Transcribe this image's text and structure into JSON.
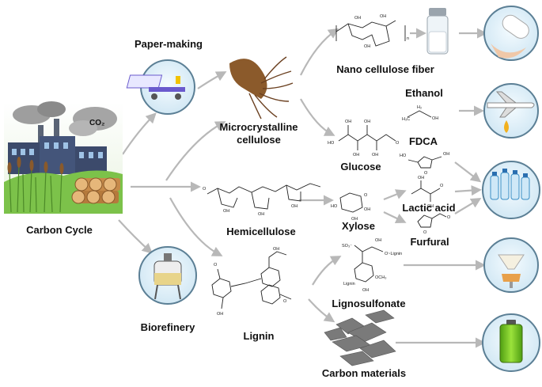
{
  "labels": {
    "paper_making": "Paper-making",
    "carbon_cycle": "Carbon Cycle",
    "co2": "CO₂",
    "biorefinery": "Biorefinery",
    "microcrystalline_cellulose_l1": "Microcrystalline",
    "microcrystalline_cellulose_l2": "cellulose",
    "hemicellulose": "Hemicellulose",
    "lignin": "Lignin",
    "nano_cellulose_fiber": "Nano cellulose fiber",
    "ethanol": "Ethanol",
    "glucose": "Glucose",
    "fdca": "FDCA",
    "xylose": "Xylose",
    "lactic_acid": "Lactic acid",
    "furfural": "Furfural",
    "lignosulfonate": "Lignosulfonate",
    "carbon_materials": "Carbon materials"
  },
  "colors": {
    "arrow": "#b8b8b8",
    "circle_fill": "#d9ecf7",
    "circle_stroke": "#5b7f95",
    "wood": "#c68a4a",
    "battery": "#7ed321",
    "lignin_green": "#2e8b2e",
    "lignin_red": "#c0392b",
    "lignin_purple": "#7a3f8f"
  },
  "icons": [
    "factory-icon",
    "paper-machine-icon",
    "reactor-icon",
    "cellulose-fiber-icon",
    "vial-icon",
    "pill-capsule-icon",
    "airplane-fuel-icon",
    "plastic-bottles-icon",
    "powder-funnel-icon",
    "battery-icon",
    "carbon-flakes-icon"
  ]
}
